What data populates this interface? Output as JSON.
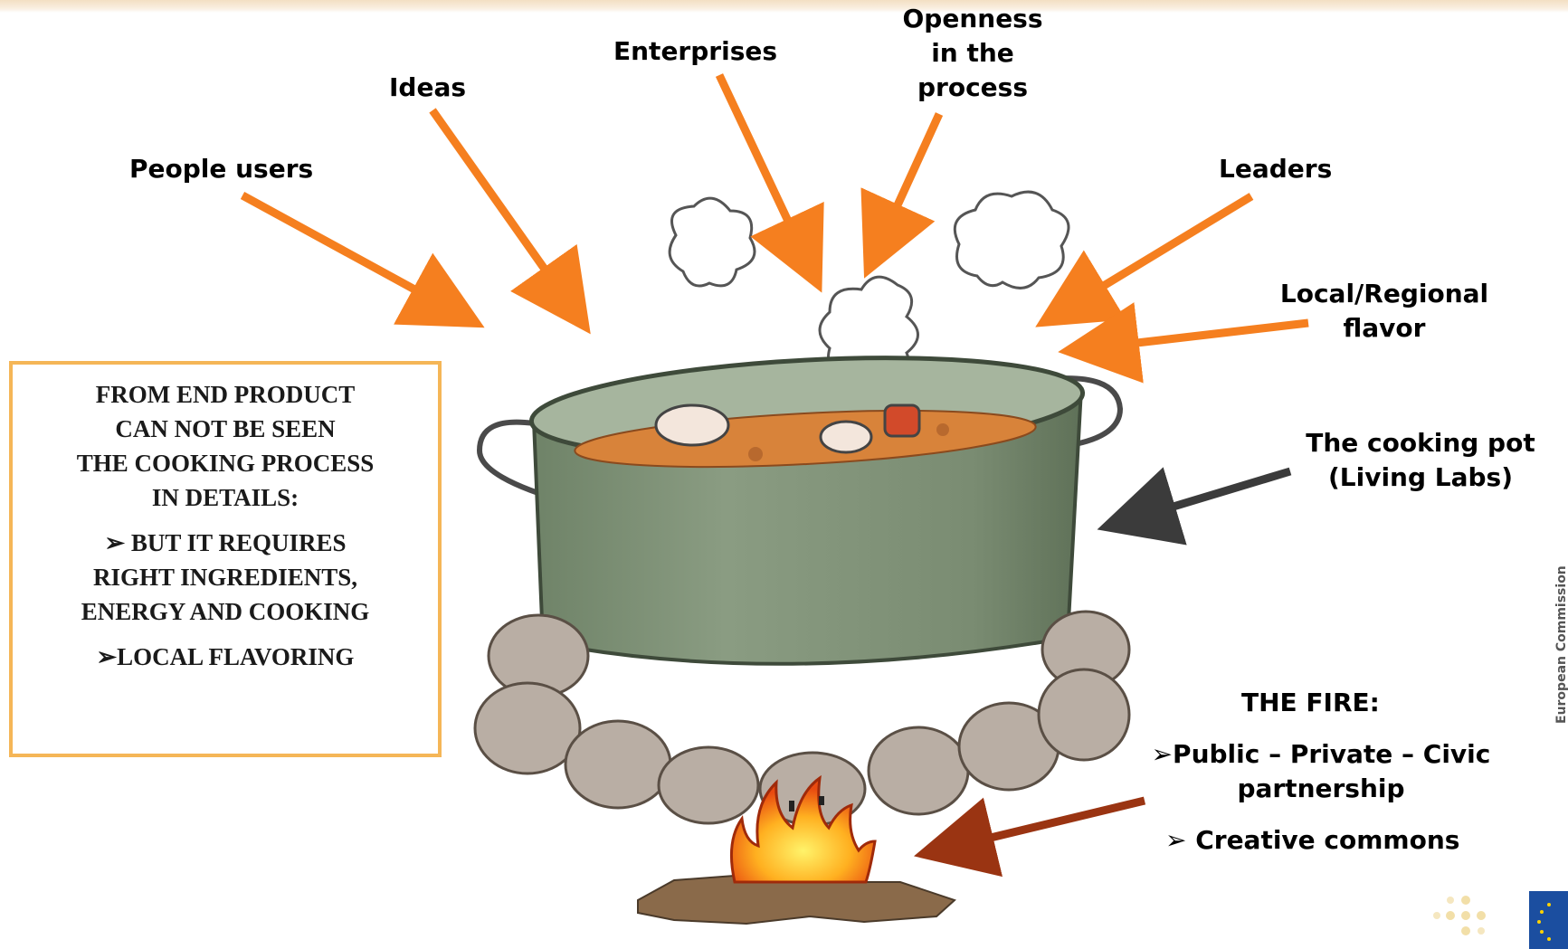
{
  "labels": {
    "people_users": "People users",
    "ideas": "Ideas",
    "enterprises": "Enterprises",
    "openness_1": "Openness",
    "openness_2": "in the",
    "openness_3": "process",
    "leaders": "Leaders",
    "local_1": "Local/Regional",
    "local_2": "flavor",
    "pot_1": "The cooking pot",
    "pot_2": "(Living Labs)",
    "fire_title": "THE FIRE:",
    "fire_1": "➢Public – Private – Civic",
    "fire_2": "partnership",
    "fire_3": "➢ Creative commons"
  },
  "box": {
    "line1": "FROM END PRODUCT",
    "line2": "CAN NOT BE SEEN",
    "line3": "THE COOKING PROCESS",
    "line4": "IN DETAILS:",
    "bullet1_1": "➢ BUT IT REQUIRES",
    "bullet1_2": "RIGHT INGREDIENTS,",
    "bullet1_3": "ENERGY AND COOKING",
    "bullet2": "➢LOCAL FLAVORING"
  },
  "logo": {
    "text": "European Commission"
  },
  "colors": {
    "arrow_orange": "#f57f1f",
    "arrow_dark": "#3b3b3b",
    "arrow_fire": "#9a3412",
    "box_border": "#f5b657",
    "pot": "#7e9176"
  }
}
